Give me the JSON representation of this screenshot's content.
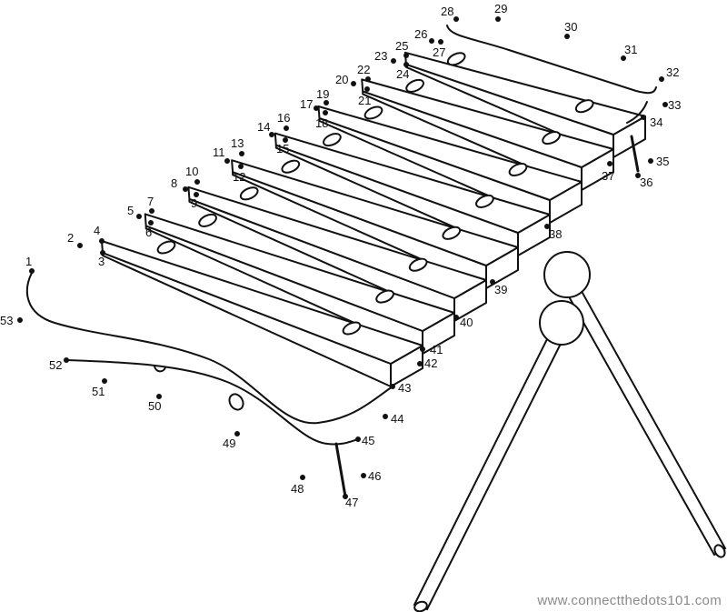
{
  "puzzle": {
    "subject": "xylophone",
    "dot_labels": [
      "1",
      "2",
      "3",
      "4",
      "5",
      "6",
      "7",
      "8",
      "9",
      "10",
      "11",
      "12",
      "13",
      "14",
      "15",
      "16",
      "17",
      "18",
      "19",
      "20",
      "21",
      "22",
      "23",
      "24",
      "25",
      "26",
      "27",
      "28",
      "29",
      "30",
      "31",
      "32",
      "33",
      "34",
      "35",
      "36",
      "37",
      "38",
      "39",
      "40",
      "41",
      "42",
      "43",
      "44",
      "45",
      "46",
      "47",
      "48",
      "49",
      "50",
      "51",
      "52",
      "53"
    ]
  },
  "footer": {
    "website": "www.connectthedots101.com"
  },
  "colors": {
    "ink": "#111111",
    "footer_text": "#8a8a8a"
  }
}
